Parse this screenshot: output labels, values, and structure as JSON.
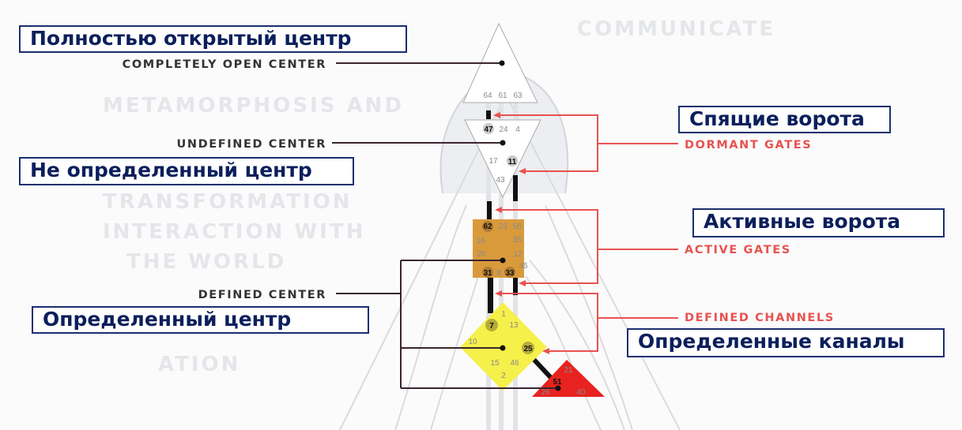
{
  "labels_ru": {
    "open_center": "Полностью открытый центр",
    "undefined_center": "Не определенный центр",
    "defined_center": "Определенный центр",
    "dormant_gates": "Спящие ворота",
    "active_gates": "Активные ворота",
    "defined_channels": "Определенные каналы"
  },
  "labels_en": {
    "open_center": "COMPLETELY OPEN CENTER",
    "undefined_center": "UNDEFINED CENTER",
    "defined_center": "DEFINED CENTER",
    "dormant_gates": "DORMANT GATES",
    "active_gates": "ACTIVE GATES",
    "defined_channels": "DEFINED CHANNELS"
  },
  "background_text": [
    "COMMUNICATE",
    "METAMORPHOSIS AND",
    "TRANSFORMATION",
    "INTERACTION WITH",
    "THE WORLD",
    "ATION"
  ],
  "gates": {
    "head": [
      "64",
      "61",
      "63"
    ],
    "ajna": [
      "47",
      "24",
      "4",
      "17",
      "11",
      "43"
    ],
    "throat": [
      "62",
      "23",
      "56",
      "16",
      "35",
      "20",
      "12",
      "31",
      "8",
      "33",
      "45"
    ],
    "g": [
      "1",
      "7",
      "13",
      "10",
      "25",
      "15",
      "46",
      "2"
    ],
    "heart": [
      "21",
      "51",
      "26",
      "40"
    ]
  },
  "colors": {
    "navy": "#0b1f5c",
    "red_label": "#e8524f",
    "throat": "#d99a3c",
    "g_center": "#f6f04a",
    "heart": "#e8231f"
  }
}
